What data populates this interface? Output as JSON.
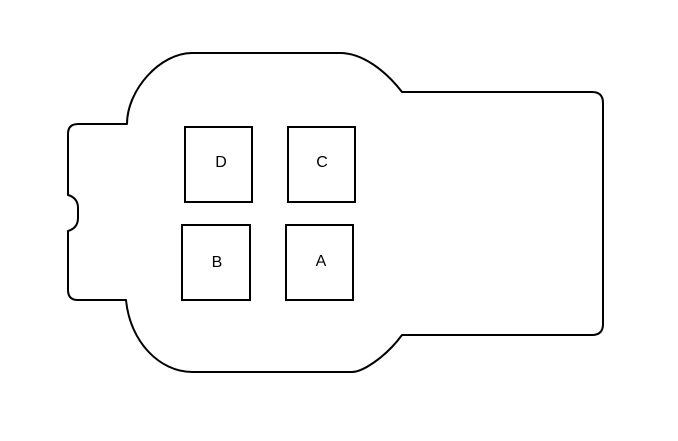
{
  "connector": {
    "cavities": [
      {
        "id": "D",
        "label": "D"
      },
      {
        "id": "C",
        "label": "C"
      },
      {
        "id": "B",
        "label": "B"
      },
      {
        "id": "A",
        "label": "A"
      }
    ]
  }
}
